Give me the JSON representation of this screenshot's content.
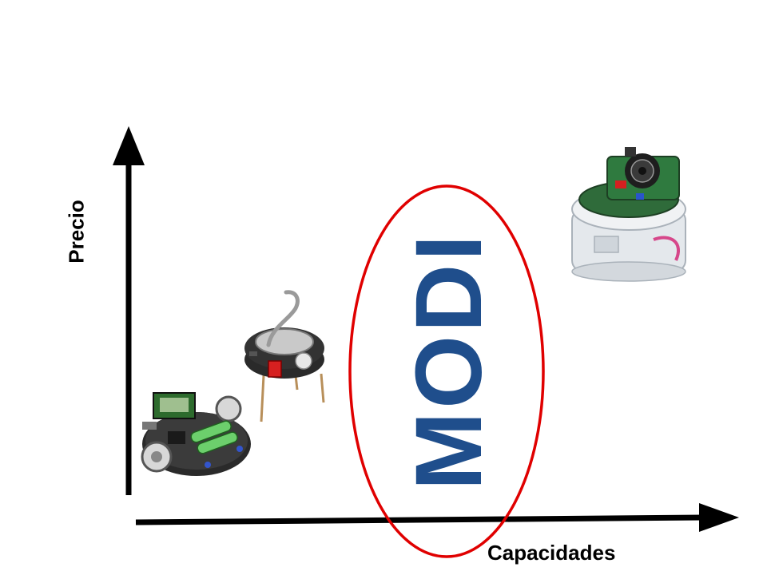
{
  "axes": {
    "y_label": "Precio",
    "x_label": "Capacidades"
  },
  "highlight": {
    "text": "MODI"
  },
  "colors": {
    "axis": "#000000",
    "highlight_ellipse": "#e00000",
    "highlight_text": "#1f4e8c"
  },
  "robots": [
    {
      "icon": "3pi-robot-icon"
    },
    {
      "icon": "kilobot-robot-icon"
    },
    {
      "icon": "e-puck-robot-icon"
    }
  ]
}
